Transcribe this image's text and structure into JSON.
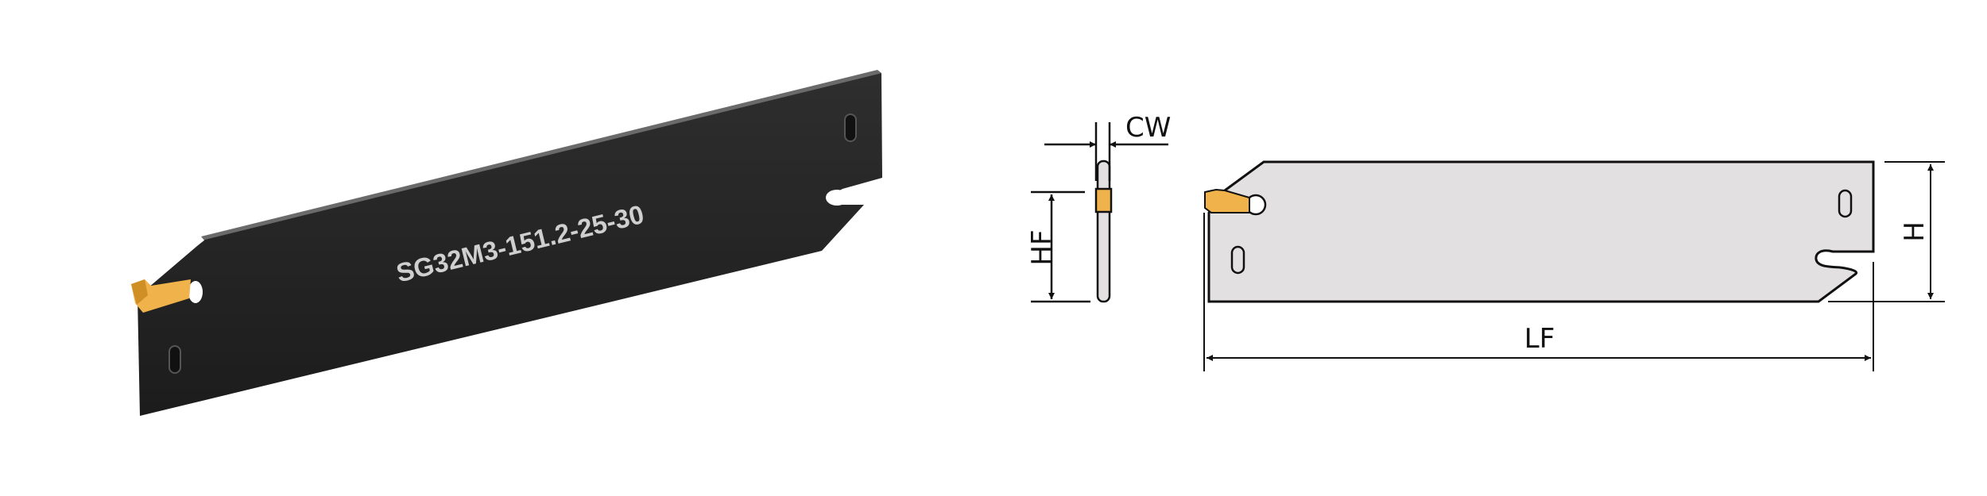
{
  "product": {
    "model_marking": "SG32M3-151.2-25-30",
    "blade_color": "#262626",
    "insert_color": "#f0b24a"
  },
  "drawing": {
    "fill_color": "#e2e0e1",
    "dimensions": {
      "cw": "CW",
      "hf": "HF",
      "h": "H",
      "lf": "LF"
    }
  }
}
